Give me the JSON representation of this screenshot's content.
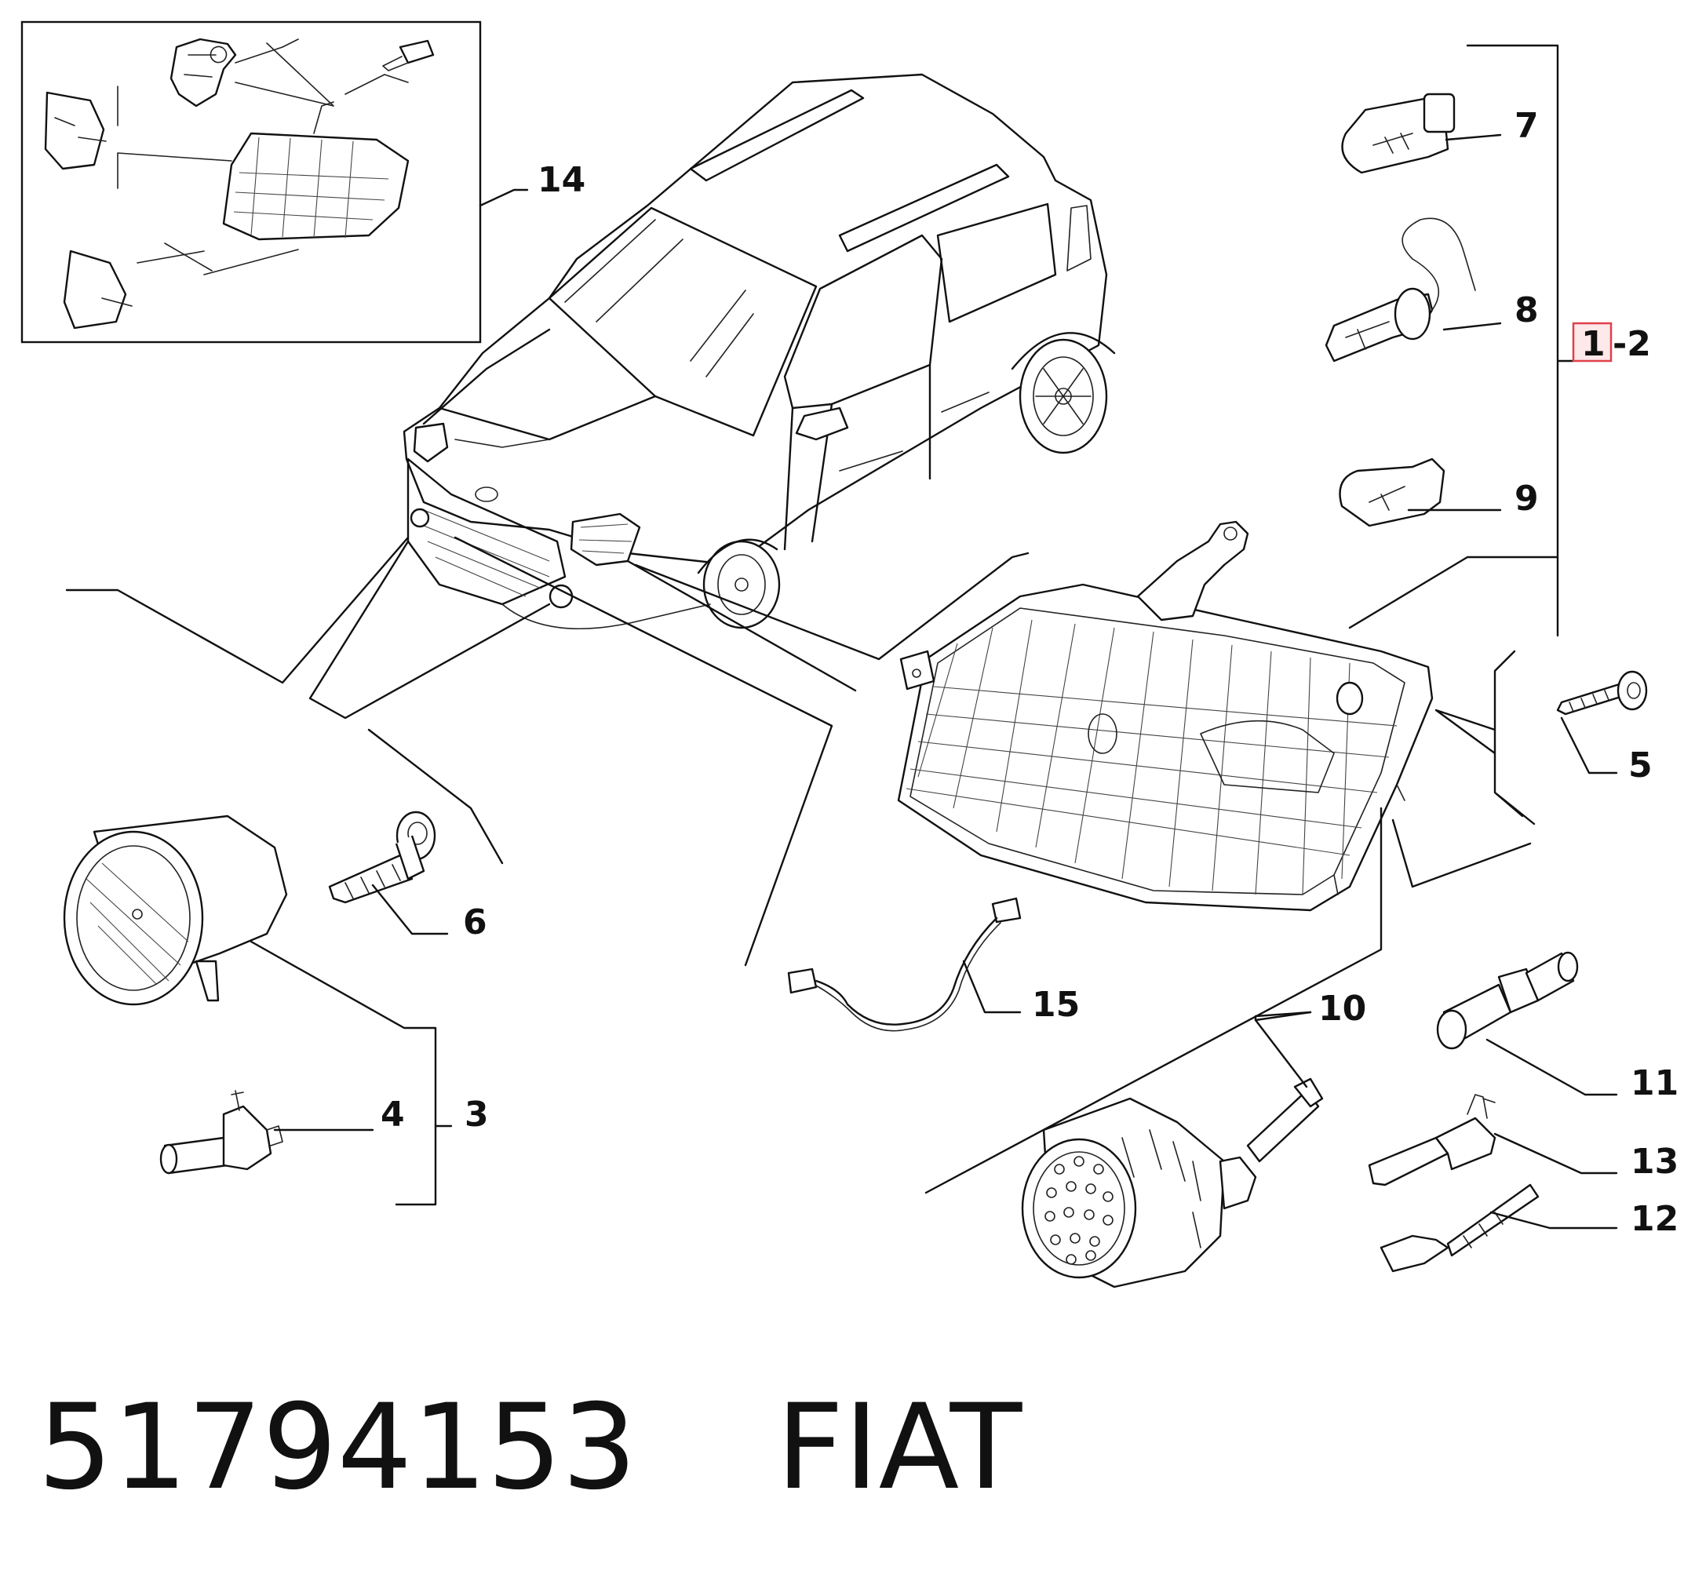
{
  "footer": {
    "part_number": "51794153",
    "brand": "FIAT"
  },
  "callouts": {
    "c1": "1",
    "c2": "-2",
    "c3": "3",
    "c4": "4",
    "c5": "5",
    "c6": "6",
    "c7": "7",
    "c8": "8",
    "c9": "9",
    "c10": "10",
    "c11": "11",
    "c12": "12",
    "c13": "13",
    "c14": "14",
    "c15": "15"
  },
  "highlight_color": "#e0404a"
}
